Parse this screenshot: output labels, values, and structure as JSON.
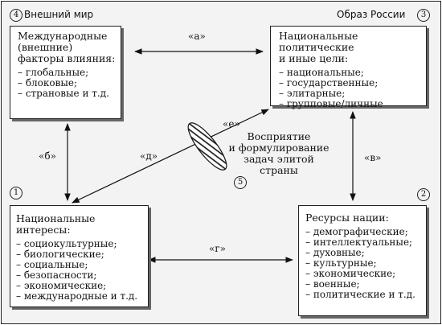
{
  "corners": {
    "outer_world": "Внешний мир",
    "russia_image": "Образ России"
  },
  "numbers": {
    "n1": "1",
    "n2": "2",
    "n3": "3",
    "n4": "4",
    "n5": "5"
  },
  "boxes": {
    "international": {
      "title": "Международные\n(внешние)\nфакторы влияния:",
      "items": [
        "– глобальные;",
        "– блоковые;",
        "– страновые и т.д."
      ]
    },
    "goals": {
      "title": "Национальные политические\nи иные цели:",
      "items": [
        "– национальные;",
        "– государственные;",
        "– элитарные;",
        "– групповые/личные"
      ]
    },
    "interests": {
      "title": "Национальные интересы:",
      "items": [
        "– социокультурные;",
        "– биологические;",
        "– социальные;",
        "– безопасности;",
        "– экономические;",
        "– международные и т.д."
      ]
    },
    "resources": {
      "title": "Ресурсы нации:",
      "items": [
        "– демографические;",
        "– интеллектуальные;",
        "– духовные;",
        "– культурные;",
        "– экономические;",
        "– военные;",
        "– политические и т.д."
      ]
    }
  },
  "arrow_labels": {
    "a": "«а»",
    "b": "«б»",
    "v": "«в»",
    "g": "«г»",
    "d": "«д»",
    "e": "«е»"
  },
  "center": {
    "text": "Восприятие\nи формулирование\nзадач элитой\nстраны"
  }
}
